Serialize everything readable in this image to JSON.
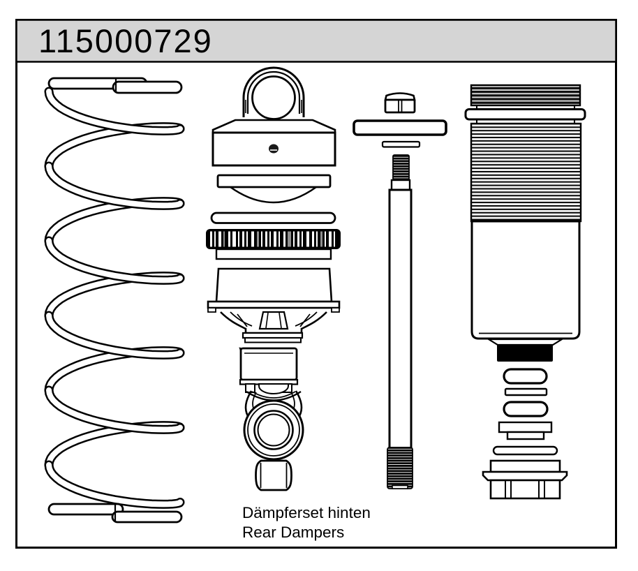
{
  "header": {
    "part_number": "115000729"
  },
  "caption": {
    "line1": "Dämpferset hinten",
    "line2": "Rear Dampers"
  },
  "colors": {
    "header_bg": "#d5d5d5",
    "ink": "#000000",
    "paper": "#ffffff",
    "thread_fill": "#f0f0f0"
  }
}
